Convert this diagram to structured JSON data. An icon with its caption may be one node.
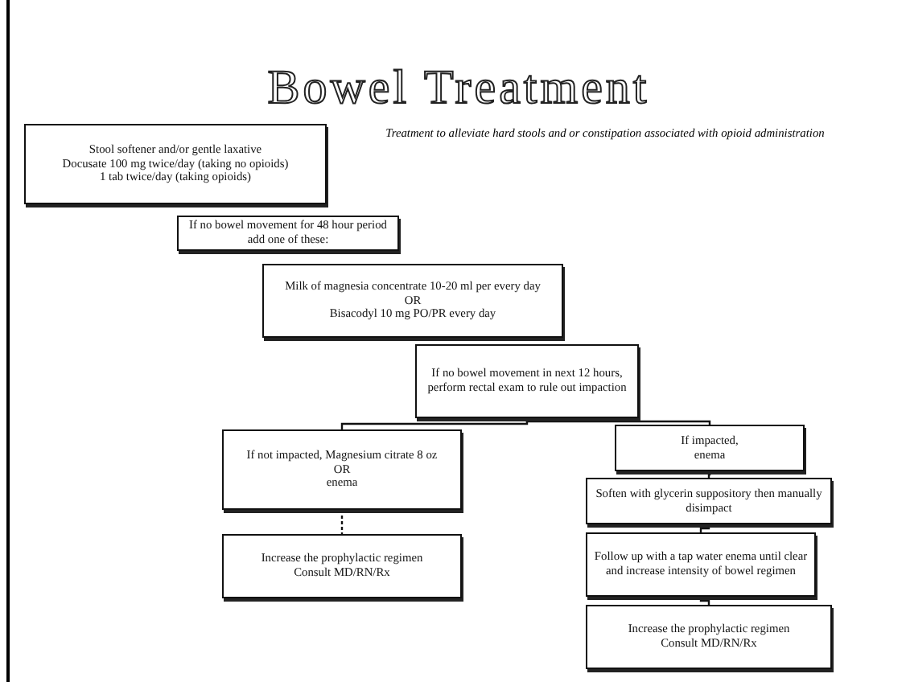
{
  "diagram": {
    "title": "Bowel Treatment",
    "caption": "Treatment to alleviate hard stools and or constipation associated with opioid administration",
    "nodes": [
      {
        "text": [
          "Stool softener and/or gentle laxative",
          "Docusate 100 mg twice/day (taking no opioids)",
          "1 tab twice/day (taking opioids)"
        ]
      },
      {
        "text": [
          "If no bowel movement for 48 hour period add one of these:"
        ]
      },
      {
        "text": [
          "Milk of magnesia concentrate 10-20 ml per every day",
          "OR",
          "Bisacodyl 10 mg PO/PR every day"
        ]
      },
      {
        "text": [
          "If no bowel movement in next 12 hours, perform rectal exam to rule out impaction"
        ]
      },
      {
        "text": [
          "If not impacted, Magnesium citrate 8 oz",
          "OR",
          "enema"
        ]
      },
      {
        "text": [
          "Increase the prophylactic regimen",
          "Consult MD/RN/Rx"
        ]
      },
      {
        "text": [
          "If impacted,",
          "enema"
        ]
      },
      {
        "text": [
          "Soften with glycerin suppository then manually disimpact"
        ]
      },
      {
        "text": [
          "Follow up with a tap water enema until clear and increase intensity of bowel regimen"
        ]
      },
      {
        "text": [
          "Increase the prophylactic regimen",
          "Consult MD/RN/Rx"
        ]
      }
    ],
    "edges": [
      {
        "from": 3,
        "to": 4,
        "arrow": "none"
      },
      {
        "from": 3,
        "to": 6,
        "arrow": "none"
      },
      {
        "from": 4,
        "to": 5,
        "arrow": "none",
        "style": "dashed"
      },
      {
        "from": 6,
        "to": 7,
        "arrow": "none"
      },
      {
        "from": 7,
        "to": 8,
        "arrow": "none"
      },
      {
        "from": 8,
        "to": 9,
        "arrow": "none"
      }
    ]
  }
}
